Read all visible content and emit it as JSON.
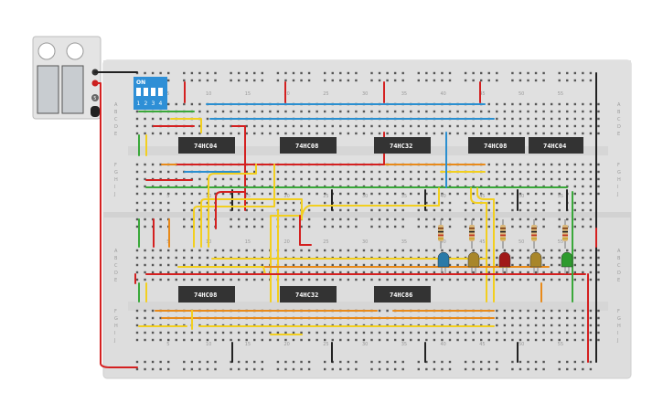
{
  "breadboard": {
    "column_numbers": [
      "5",
      "10",
      "15",
      "20",
      "25",
      "30",
      "35",
      "40",
      "45",
      "50",
      "55"
    ],
    "row_letters_top": [
      "A",
      "B",
      "C",
      "D",
      "E"
    ],
    "row_letters_bottom": [
      "F",
      "G",
      "H",
      "I",
      "J"
    ]
  },
  "chips": [
    {
      "id": "u1",
      "label": "74HC04"
    },
    {
      "id": "u2",
      "label": "74HC08"
    },
    {
      "id": "u3",
      "label": "74HC32"
    },
    {
      "id": "u4",
      "label": "74HC08"
    },
    {
      "id": "u5",
      "label": "74HC04"
    },
    {
      "id": "u6",
      "label": "74HC08"
    },
    {
      "id": "u7",
      "label": "74HC32"
    },
    {
      "id": "u8",
      "label": "74HC86"
    }
  ],
  "dip_switch": {
    "on_label": "ON",
    "positions": [
      "1",
      "2",
      "3",
      "4"
    ],
    "color": "#2e8fd6"
  },
  "power_supply": {
    "badge": "5"
  },
  "leds": [
    {
      "color": "#2a7aa8"
    },
    {
      "color": "#a8862a"
    },
    {
      "color": "#a01818"
    },
    {
      "color": "#a8862a"
    },
    {
      "color": "#2e9a2e"
    }
  ],
  "colors": {
    "board": "#dcdcdc",
    "chip": "#333333",
    "red": "#d42020",
    "yellow": "#f2cf1f",
    "blue": "#2a8fd0",
    "green": "#3aa83a",
    "orange": "#e88a1a",
    "black": "#222222"
  }
}
